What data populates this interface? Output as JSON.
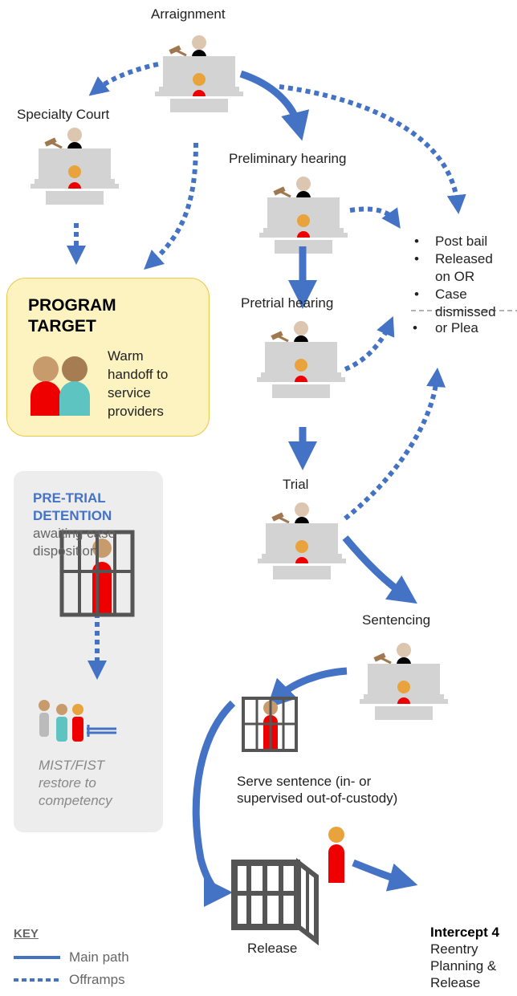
{
  "stages": {
    "arraignment": "Arraignment",
    "specialty_court": "Specialty Court",
    "preliminary_hearing": "Preliminary hearing",
    "pretrial_hearing": "Pretrial hearing",
    "trial": "Trial",
    "sentencing": "Sentencing",
    "serve_sentence_line1": "Serve sentence (in- or",
    "serve_sentence_line2": "supervised out-of-custody)",
    "release": "Release"
  },
  "program_target": {
    "title_line1": "PROGRAM",
    "title_line2": "TARGET",
    "desc_line1": "Warm",
    "desc_line2": "handoff to",
    "desc_line3": "service",
    "desc_line4": "providers"
  },
  "outcomes": {
    "items": [
      "Post bail",
      "Released",
      "on OR",
      "Case",
      "dismissed"
    ],
    "plea": "or Plea"
  },
  "pretrial_detention": {
    "title_line1": "PRE-TRIAL",
    "title_line2": "DETENTION",
    "desc_line1": "awaiting case",
    "desc_line2": "disposition",
    "restore_line1": "MIST/FIST",
    "restore_line2": "restore to",
    "restore_line3": "competency"
  },
  "intercept": {
    "title": "Intercept 4",
    "line1": "Reentry",
    "line2": "Planning &",
    "line3": "Release"
  },
  "key": {
    "title": "KEY",
    "main_path": "Main path",
    "offramps": "Offramps"
  },
  "colors": {
    "arrow_blue": "#4472c4",
    "person_red": "#ee0000",
    "skin_orange": "#e8a33c",
    "skin_tan": "#c89b6d",
    "bench_gray": "#d3d3d3",
    "target_fill": "#fdf3c1",
    "detention_fill": "#ededed",
    "bars_gray": "#555555"
  }
}
